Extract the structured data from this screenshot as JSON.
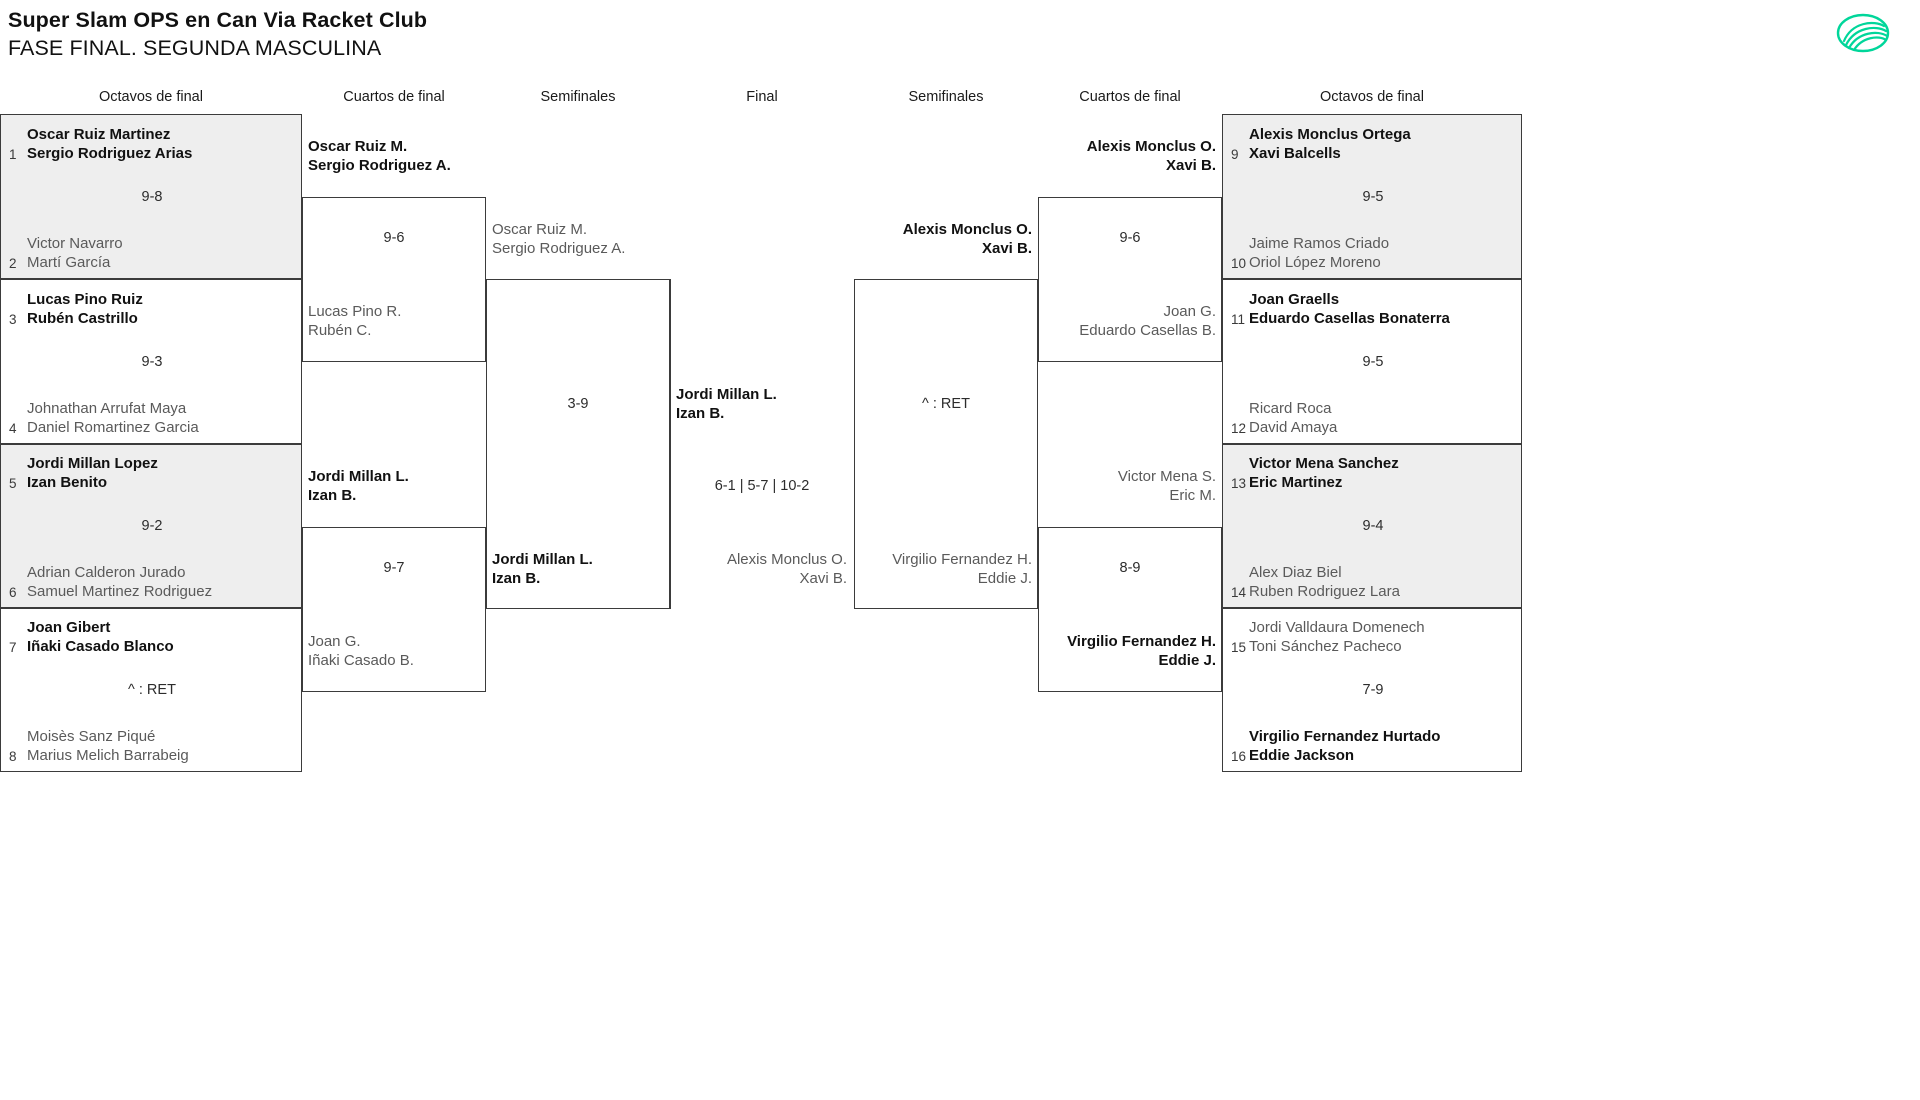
{
  "header": {
    "title_line1": "Super Slam OPS en Can Via Racket Club",
    "title_line2": "FASE FINAL. SEGUNDA MASCULINA",
    "logo_name": "tournament-logo"
  },
  "round_headings": {
    "left_r16": "Octavos de final",
    "left_qf": "Cuartos de final",
    "left_sf": "Semifinales",
    "final": "Final",
    "right_sf": "Semifinales",
    "right_qf": "Cuartos de final",
    "right_r16": "Octavos de final"
  },
  "left_r16": [
    {
      "top_seed": "1",
      "top_p1": "Oscar Ruiz Martinez",
      "top_p2": "Sergio Rodriguez Arias",
      "top_state": "win",
      "score": "9-8",
      "bottom_seed": "2",
      "bottom_p1": "Victor Navarro",
      "bottom_p2": "Martí García",
      "bottom_state": "lose",
      "shaded": true
    },
    {
      "top_seed": "3",
      "top_p1": "Lucas Pino Ruiz",
      "top_p2": "Rubén Castrillo",
      "top_state": "win",
      "score": "9-3",
      "bottom_seed": "4",
      "bottom_p1": "Johnathan Arrufat Maya",
      "bottom_p2": "Daniel Romartinez Garcia",
      "bottom_state": "lose",
      "shaded": false
    },
    {
      "top_seed": "5",
      "top_p1": "Jordi Millan Lopez",
      "top_p2": "Izan Benito",
      "top_state": "win",
      "score": "9-2",
      "bottom_seed": "6",
      "bottom_p1": "Adrian Calderon Jurado",
      "bottom_p2": "Samuel Martinez Rodriguez",
      "bottom_state": "lose",
      "shaded": true
    },
    {
      "top_seed": "7",
      "top_p1": "Joan Gibert",
      "top_p2": "Iñaki Casado Blanco",
      "top_state": "win",
      "score": "^ : RET",
      "bottom_seed": "8",
      "bottom_p1": "Moisès Sanz Piqué",
      "bottom_p2": "Marius Melich Barrabeig",
      "bottom_state": "lose",
      "shaded": false
    }
  ],
  "left_qf": [
    {
      "top_p1": "Oscar Ruiz M.",
      "top_p2": "Sergio Rodriguez A.",
      "top_state": "win",
      "score": "9-6",
      "bottom_p1": "Lucas Pino R.",
      "bottom_p2": "Rubén C.",
      "bottom_state": "lose"
    },
    {
      "top_p1": "Jordi Millan L.",
      "top_p2": "Izan B.",
      "top_state": "win",
      "score": "9-7",
      "bottom_p1": "Joan G.",
      "bottom_p2": "Iñaki Casado B.",
      "bottom_state": "lose"
    }
  ],
  "left_sf": {
    "top_p1": "Oscar Ruiz M.",
    "top_p2": "Sergio Rodriguez A.",
    "top_state": "lose",
    "score": "3-9",
    "bottom_p1": "Jordi Millan L.",
    "bottom_p2": "Izan B.",
    "bottom_state": "win"
  },
  "final": {
    "top_p1": "Jordi Millan L.",
    "top_p2": "Izan B.",
    "top_state": "win",
    "score": "6-1 | 5-7 | 10-2",
    "bottom_p1": "Alexis Monclus O.",
    "bottom_p2": "Xavi B.",
    "bottom_state": "lose"
  },
  "right_sf": {
    "top_p1": "Alexis Monclus O.",
    "top_p2": "Xavi B.",
    "top_state": "win",
    "score": "^ : RET",
    "bottom_p1": "Virgilio Fernandez H.",
    "bottom_p2": "Eddie J.",
    "bottom_state": "lose"
  },
  "right_qf": [
    {
      "top_p1": "Alexis Monclus O.",
      "top_p2": "Xavi B.",
      "top_state": "win",
      "score": "9-6",
      "bottom_p1": "Joan G.",
      "bottom_p2": "Eduardo Casellas B.",
      "bottom_state": "lose"
    },
    {
      "top_p1": "Victor Mena S.",
      "top_p2": "Eric M.",
      "top_state": "lose",
      "score": "8-9",
      "bottom_p1": "Virgilio Fernandez H.",
      "bottom_p2": "Eddie J.",
      "bottom_state": "win"
    }
  ],
  "right_r16": [
    {
      "top_seed": "9",
      "top_p1": "Alexis Monclus Ortega",
      "top_p2": "Xavi Balcells",
      "top_state": "win",
      "score": "9-5",
      "bottom_seed": "10",
      "bottom_p1": "Jaime Ramos Criado",
      "bottom_p2": "Oriol López Moreno",
      "bottom_state": "lose",
      "shaded": true
    },
    {
      "top_seed": "11",
      "top_p1": "Joan Graells",
      "top_p2": "Eduardo Casellas Bonaterra",
      "top_state": "win",
      "score": "9-5",
      "bottom_seed": "12",
      "bottom_p1": "Ricard Roca",
      "bottom_p2": "David Amaya",
      "bottom_state": "lose",
      "shaded": false
    },
    {
      "top_seed": "13",
      "top_p1": "Victor Mena Sanchez",
      "top_p2": "Eric Martinez",
      "top_state": "win",
      "score": "9-4",
      "bottom_seed": "14",
      "bottom_p1": "Alex Diaz Biel",
      "bottom_p2": "Ruben Rodriguez Lara",
      "bottom_state": "lose",
      "shaded": true
    },
    {
      "top_seed": "15",
      "top_p1": "Jordi Valldaura Domenech",
      "top_p2": "Toni Sánchez Pacheco",
      "top_state": "lose",
      "score": "7-9",
      "bottom_seed": "16",
      "bottom_p1": "Virgilio Fernandez Hurtado",
      "bottom_p2": "Eddie Jackson",
      "bottom_state": "win",
      "shaded": false
    }
  ],
  "colors": {
    "border": "#3b3b3b",
    "shade": "#eeeeee",
    "winner_text": "#111111",
    "loser_text": "#5a5a5a",
    "logo_accent": "#00d69a"
  }
}
